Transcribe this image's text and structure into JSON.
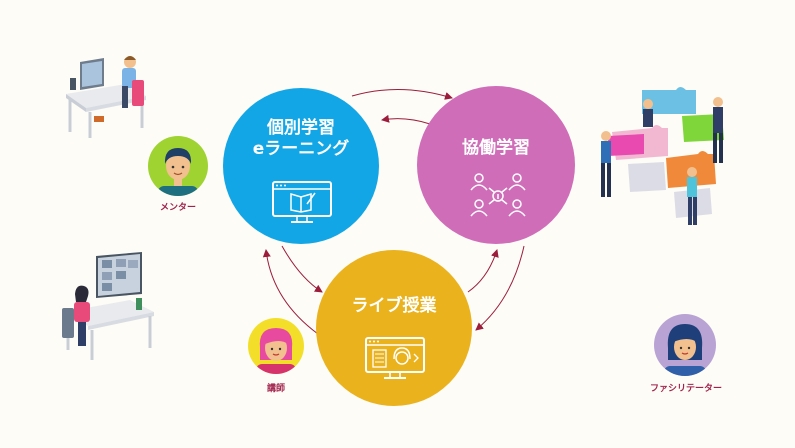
{
  "circles": {
    "elearning": {
      "line1": "個別学習",
      "line2": "eラーニング",
      "color": "#12a6e6"
    },
    "collaborative": {
      "label": "協働学習",
      "color": "#cf6db9"
    },
    "live": {
      "label": "ライブ授業",
      "color": "#eab21d"
    }
  },
  "roles": {
    "mentor": "メンター",
    "instructor": "講師",
    "facilitator": "ファシリテーター"
  },
  "colors": {
    "arrow": "#9c1c3c",
    "role_text": "#a1224c",
    "background": "#fdfcf6"
  }
}
